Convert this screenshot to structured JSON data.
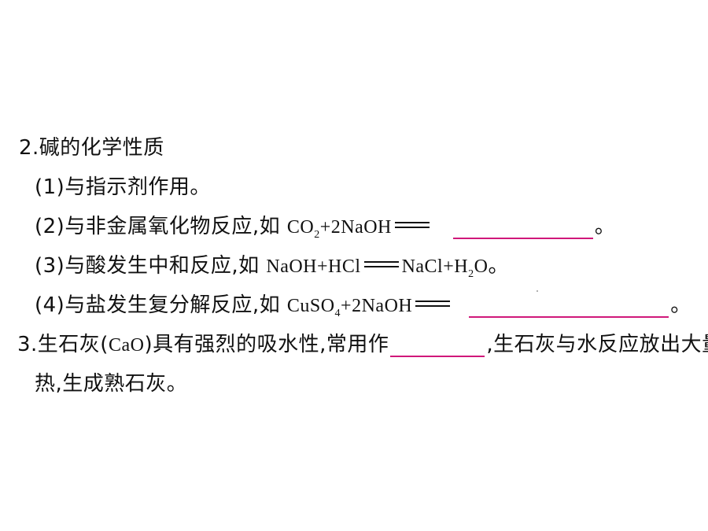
{
  "section2": {
    "title": "2.碱的化学性质",
    "item1": "(1)与指示剂作用。",
    "item2": {
      "prefix": "(2)与非金属氧化物反应,如 ",
      "co": "CO",
      "co_sub": "2",
      "reactant2": "+2NaOH",
      "end": "。"
    },
    "item3": {
      "prefix": "(3)与酸发生中和反应,如 ",
      "reactants": "NaOH+HCl",
      "product": "NaCl+H",
      "h_sub": "2",
      "o": "O",
      "end": "。"
    },
    "item4": {
      "prefix": "(4)与盐发生复分解反应,如 ",
      "cuso": "CuSO",
      "cuso_sub": "4",
      "reactant2": "+2NaOH",
      "end": "。"
    }
  },
  "section3": {
    "prefix": "3.生石灰(",
    "cao": "CaO",
    "middle": ")具有强烈的吸水性,常用作",
    "suffix": ",生石灰与水反应放出大量",
    "line2": "热,生成熟石灰。"
  },
  "colors": {
    "blank_underline": "#d0187a",
    "text": "#111111"
  }
}
